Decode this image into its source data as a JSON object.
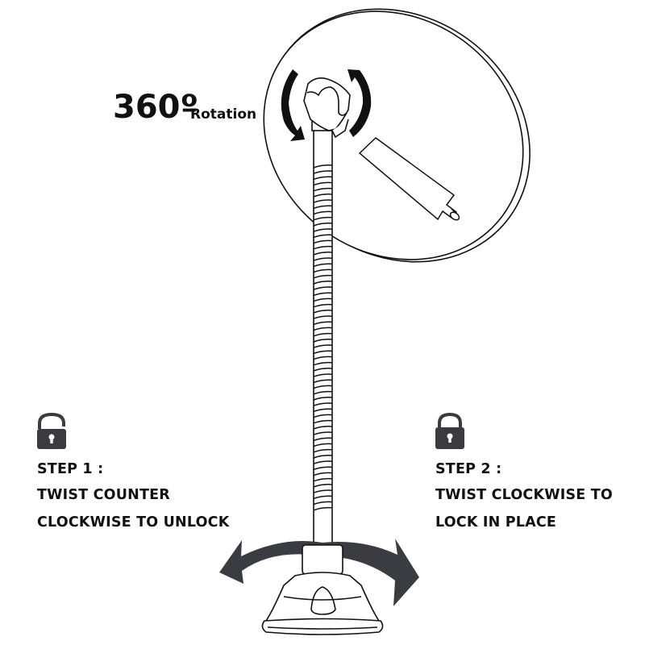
{
  "rotation_label": {
    "value": "360º",
    "caption": "Rotation"
  },
  "steps": [
    {
      "icon": "unlocked-padlock-icon",
      "title": "STEP 1 :",
      "line1": "TWIST COUNTER",
      "line2": "CLOCKWISE TO UNLOCK"
    },
    {
      "icon": "locked-padlock-icon",
      "title": "STEP 2 :",
      "line1": "TWIST CLOCKWISE TO",
      "line2": "LOCK IN PLACE"
    }
  ],
  "colors": {
    "ink": "#111111",
    "icon_fill": "#3a3a40",
    "arrow_fill": "#3b3b42",
    "background": "#ffffff"
  }
}
